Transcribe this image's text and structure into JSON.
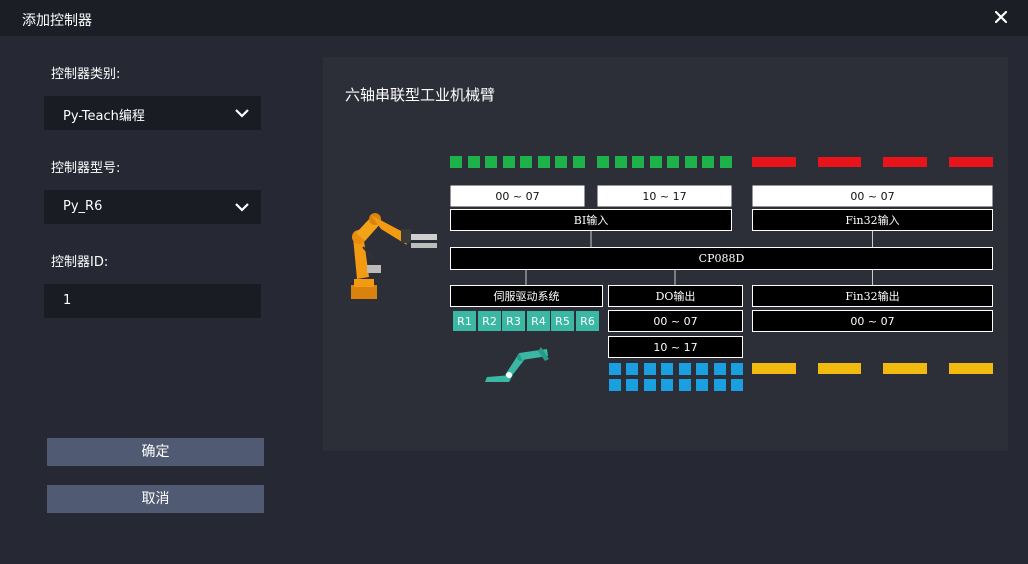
{
  "window": {
    "title": "添加控制器"
  },
  "form": {
    "category_label": "控制器类别:",
    "category_value": "Py-Teach编程",
    "model_label": "控制器型号:",
    "model_value": "Py_R6",
    "id_label": "控制器ID:",
    "id_value": "1"
  },
  "buttons": {
    "ok": "确定",
    "cancel": "取消"
  },
  "preview": {
    "title": "六轴串联型工业机械臂",
    "bi_range_1": "00 ~ 07",
    "bi_range_2": "10 ~ 17",
    "fin_in_range": "00 ~ 07",
    "bi_input": "BI输入",
    "fin_input": "Fin32输入",
    "controller": "CP088D",
    "servo": "伺服驱动系统",
    "do_output": "DO输出",
    "fin_output": "Fin32输出",
    "do_range_1": "00 ~ 07",
    "fin_out_range": "00 ~ 07",
    "do_range_2": "10 ~ 17",
    "axes": [
      "R1",
      "R2",
      "R3",
      "R4",
      "R5",
      "R6"
    ]
  },
  "colors": {
    "bi_indicator": "#1db34a",
    "fin_input_indicator": "#e8141a",
    "do_indicator": "#1aa0e0",
    "fin_output_indicator": "#f2b90f",
    "axis_button": "#3ab8a4",
    "button_bg": "#505a72"
  }
}
